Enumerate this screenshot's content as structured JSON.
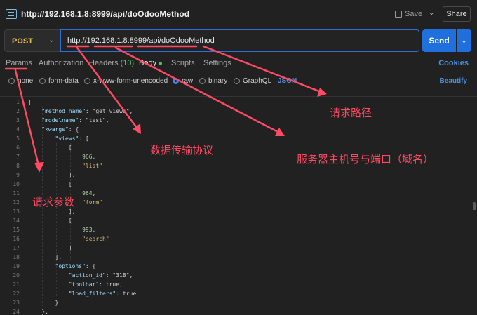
{
  "window": {
    "title_url": "http://192.168.1.8:8999/api/doOdooMethod",
    "save_label": "Save",
    "share_label": "Share"
  },
  "request": {
    "method": "POST",
    "url": "http://192.168.1.8:8999/api/doOdooMethod",
    "send_label": "Send"
  },
  "tabs": [
    {
      "label": "Params"
    },
    {
      "label": "Authorization"
    },
    {
      "label": "Headers",
      "count": "(10)"
    },
    {
      "label": "Body"
    },
    {
      "label": "Scripts"
    },
    {
      "label": "Settings"
    }
  ],
  "cookies_label": "Cookies",
  "body_types": [
    "none",
    "form-data",
    "x-www-form-urlencoded",
    "raw",
    "binary",
    "GraphQL",
    "JSON"
  ],
  "beautify_label": "Beautify",
  "code_lines": [
    "{",
    "    \"method_name\": \"get_views\",",
    "    \"modelname\": \"test\",",
    "    \"kwargs\": {",
    "        \"views\": [",
    "            [",
    "                966,",
    "                \"list\"",
    "            ],",
    "            [",
    "                964,",
    "                \"form\"",
    "            ],",
    "            [",
    "                993,",
    "                \"search\"",
    "            ]",
    "        ],",
    "        \"options\": {",
    "            \"action_id\": \"318\",",
    "            \"toolbar\": true,",
    "            \"load_filters\": true",
    "        }",
    "    },"
  ],
  "annotations": {
    "path": "请求路径",
    "protocol": "数据传输协议",
    "host": "服务器主机号与端口（域名）",
    "params": "请求参数"
  },
  "colors": {
    "accent": "#1f6fdc",
    "annotation": "#ff4a63",
    "method": "#f0c14b"
  }
}
